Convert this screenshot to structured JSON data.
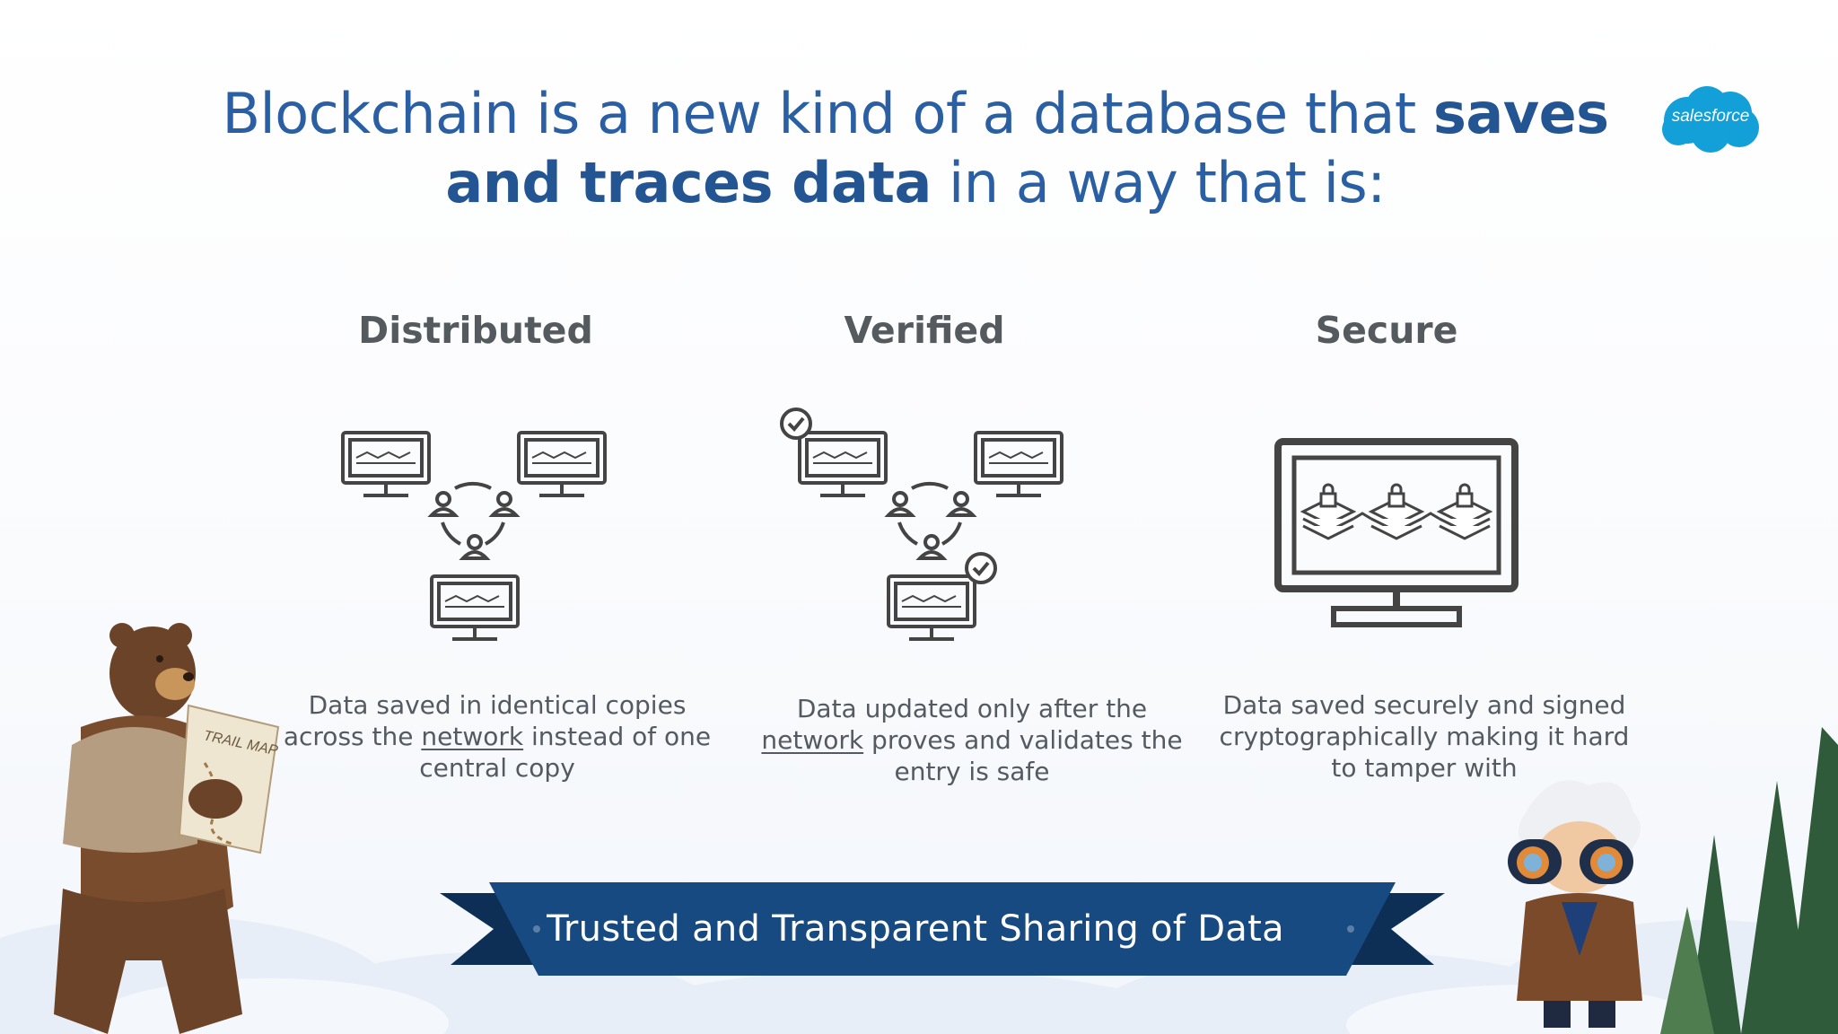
{
  "slide": {
    "title_part1": "Blockchain is a new kind of a database that ",
    "title_bold1": "saves and traces data",
    "title_part2": " in a way that is:",
    "logo_text": "salesforce",
    "columns": [
      {
        "heading": "Distributed",
        "desc_pre": "Data saved in identical copies across the ",
        "desc_link": "network",
        "desc_post": " instead of one central copy",
        "icon": "network-of-computers-icon"
      },
      {
        "heading": "Verified",
        "desc_pre": "Data updated only after the ",
        "desc_link": "network",
        "desc_post": " proves and validates the entry is safe",
        "icon": "verified-network-icon"
      },
      {
        "heading": "Secure",
        "desc_pre": "Data saved securely and signed cryptographically making it hard to tamper with",
        "desc_link": "",
        "desc_post": "",
        "icon": "secure-monitor-icon"
      }
    ],
    "banner_text": "Trusted and Transparent Sharing of Data",
    "mascots": {
      "left": "bear-with-trail-map",
      "right": "einstein-with-binoculars",
      "map_text": "TRAIL MAP"
    },
    "colors": {
      "title_blue": "#2a5fa3",
      "banner_navy": "#0f3560",
      "logo_blue": "#139fd8",
      "text_gray": "#545a60"
    }
  }
}
